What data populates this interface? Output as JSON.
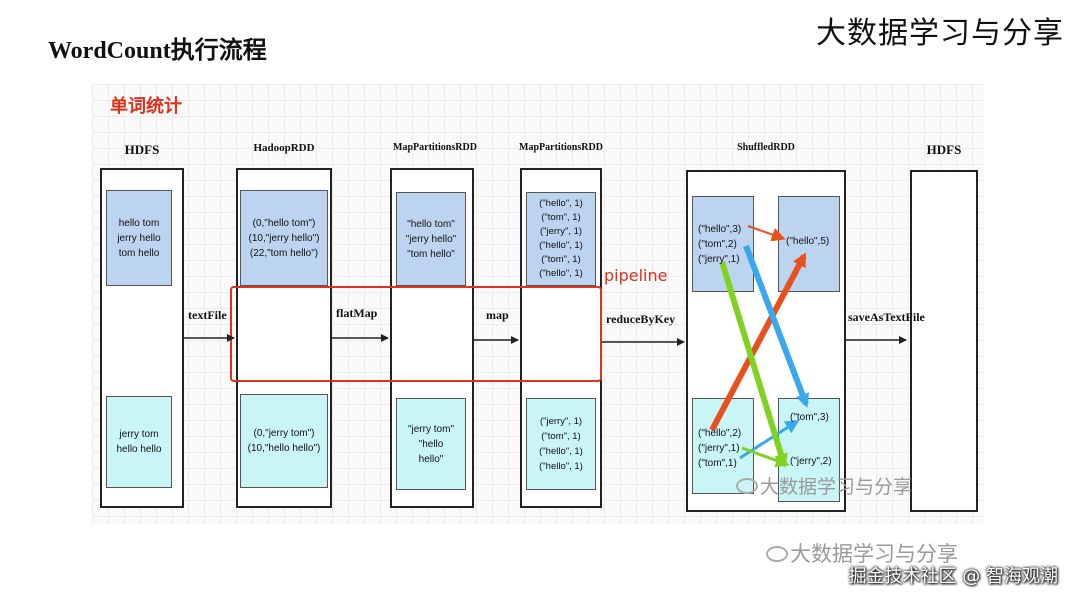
{
  "title": "WordCount执行流程",
  "brand": "大数据学习与分享",
  "section_label": "单词统计",
  "columns": [
    {
      "header": "HDFS",
      "top": "hello tom\njerry hello\ntom hello",
      "bottom": "jerry tom\nhello hello"
    },
    {
      "header": "HadoopRDD",
      "top": "(0,\"hello tom\")\n(10,\"jerry hello\")\n(22,\"tom hello\")",
      "bottom": "(0,\"jerry tom\")\n(10,\"hello hello\")"
    },
    {
      "header": "MapPartitionsRDD",
      "top": "\"hello tom\"\n\"jerry hello\"\n\"tom hello\"",
      "bottom": "\"jerry tom\"\n\"hello\nhello\""
    },
    {
      "header": "MapPartitionsRDD",
      "top": "(\"hello\", 1)\n(\"tom\", 1)\n(\"jerry\", 1)\n(\"hello\", 1)\n(\"tom\", 1)\n(\"hello\", 1)",
      "bottom": "(\"jerry\", 1)\n(\"tom\", 1)\n(\"hello\", 1)\n(\"hello\", 1)"
    },
    {
      "header": "ShuffledRDD"
    },
    {
      "header": "HDFS"
    }
  ],
  "operations": [
    "textFile",
    "flatMap",
    "map",
    "reduceByKey",
    "saveAsTextFile"
  ],
  "pipeline_label": "pipeline",
  "shuffle": {
    "left_top": "(\"hello\",3)\n(\"tom\",2)\n(\"jerry\",1)",
    "left_bottom": "(\"hello\",2)\n(\"jerry\",1)\n(\"tom\",1)",
    "right_top": "(\"hello\",5)",
    "right_bottom_1": "(\"tom\",3)",
    "right_bottom_2": "(\"jerry\",2)"
  },
  "colors": {
    "partition_top": "#bcd4f0",
    "partition_bottom": "#c9f5f7",
    "pipeline": "#e0301e",
    "hello_flow": "#e8501e",
    "tom_flow": "#3aa8ee",
    "jerry_flow": "#7ed321"
  },
  "watermark_1": "大数据学习与分享",
  "watermark_2": "大数据学习与分享",
  "footer_credit": "掘金技术社区 @ 智海观潮"
}
